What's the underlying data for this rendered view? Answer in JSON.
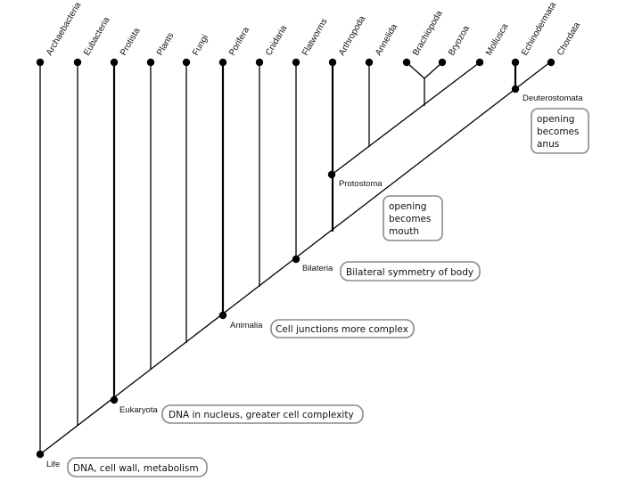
{
  "taxa": [
    "Archaebacteria",
    "Eubacteria",
    "Protista",
    "Plants",
    "Fungi",
    "Porifera",
    "Cnidaria",
    "Flatworms",
    "Arthropoda",
    "Annelida",
    "Brachiopoda",
    "Bryozoa",
    "Mollusca",
    "Echinodermata",
    "Chordata"
  ],
  "nodes": {
    "life": "Life",
    "eukaryota": "Eukaryota",
    "animalia": "Animalia",
    "bilateria": "Bilateria",
    "protostoma": "Protostoma",
    "deuterostomata": "Deuterostomata"
  },
  "traits": {
    "life": "DNA, cell wall, metabolism",
    "eukaryota": "DNA in nucleus, greater cell complexity",
    "animalia": "Cell junctions more complex",
    "bilateria": "Bilateral symmetry of body",
    "protostoma": [
      "opening",
      "becomes",
      "mouth"
    ],
    "deuterostomata": [
      "opening",
      "becomes",
      "anus"
    ]
  },
  "colors": {
    "line": "#000000",
    "box_border": "#8a8a8a",
    "text": "#111111"
  }
}
